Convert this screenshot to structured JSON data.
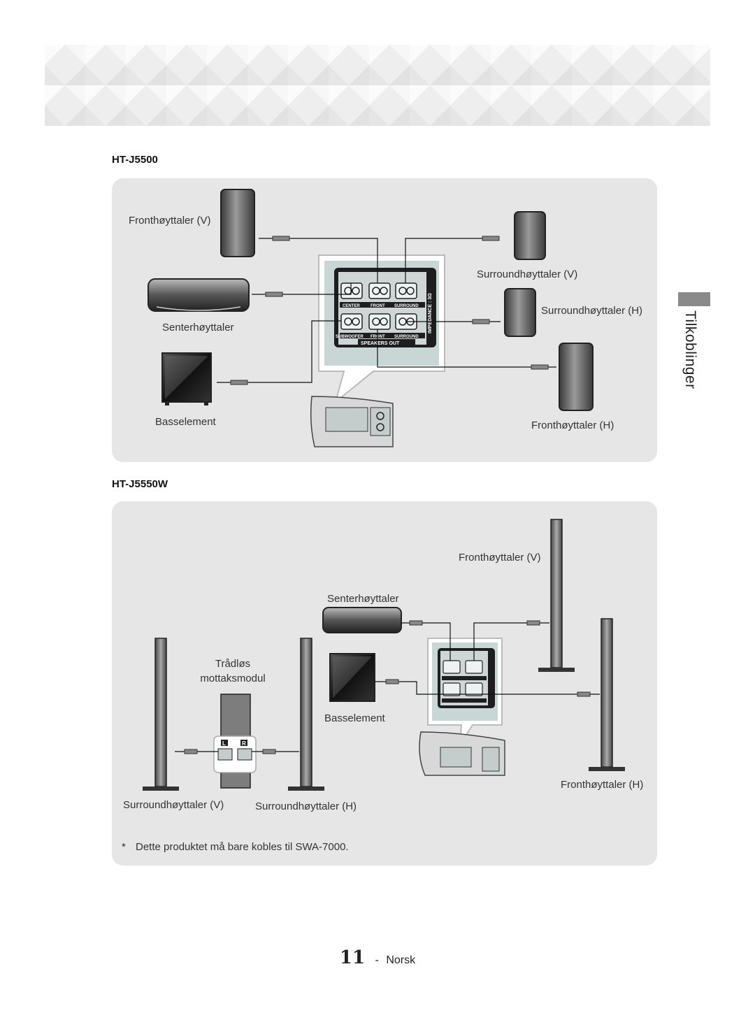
{
  "section": {
    "side_tab": "Tilkoblinger"
  },
  "diagram1": {
    "model": "HT-J5500",
    "labels": {
      "front_left": "Fronthøyttaler (V)",
      "center": "Senterhøyttaler",
      "subwoofer": "Basselement",
      "surround_left": "Surroundhøyttaler (V)",
      "surround_right": "Surroundhøyttaler (H)",
      "front_right": "Fronthøyttaler (H)"
    },
    "terminal": {
      "center": "CENTER",
      "front": "FRONT",
      "surround": "SURROUND",
      "subwoofer": "SUBWOOFER",
      "speakers_out": "SPEAKERS OUT",
      "impedance": "IMPEDANCE : 3Ω"
    }
  },
  "diagram2": {
    "model": "HT-J5550W",
    "labels": {
      "front_left": "Fronthøyttaler (V)",
      "center": "Senterhøyttaler",
      "wireless_line1": "Trådløs",
      "wireless_line2": "mottaksmodul",
      "subwoofer": "Basselement",
      "front_right": "Fronthøyttaler (H)",
      "surround_left": "Surroundhøyttaler (V)",
      "surround_right": "Surroundhøyttaler (H)"
    },
    "module": {
      "left": "L",
      "right": "R"
    },
    "note_marker": "*",
    "note": "Dette produktet må bare kobles til SWA-7000."
  },
  "footer": {
    "page_number": "11",
    "separator": "-",
    "language": "Norsk"
  },
  "colors": {
    "panel_bg": "#e6e6e6",
    "terminal_bg": "#d4dede",
    "speaker_dark": "#4a4a4a",
    "tab_gray": "#8a8a8a"
  }
}
